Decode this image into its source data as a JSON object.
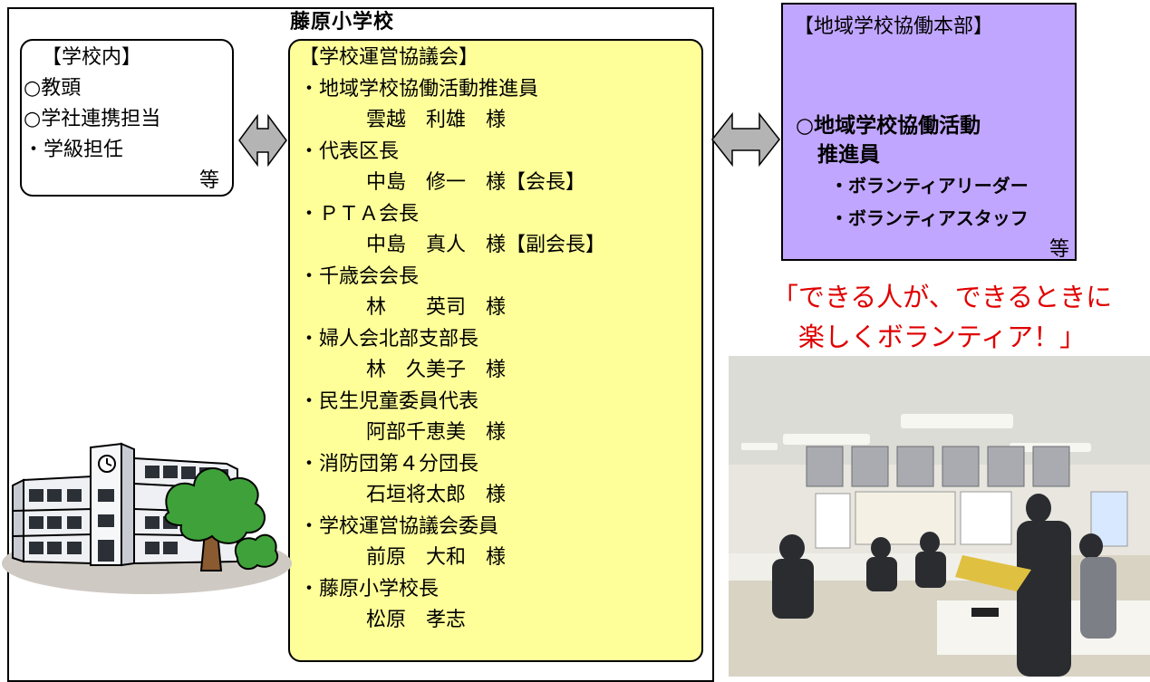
{
  "school": {
    "title": "藤原小学校"
  },
  "left_box": {
    "heading": "【学校内】",
    "items": [
      "○教頭",
      "○学社連携担当",
      "・学級担任"
    ],
    "etc": "等"
  },
  "center_box": {
    "heading": "【学校運営協議会】",
    "members": [
      {
        "role": "・地域学校協働活動推進員",
        "name": "雲越　利雄　様"
      },
      {
        "role": "・代表区長",
        "name": "中島　修一　様【会長】"
      },
      {
        "role": "・ＰＴＡ会長",
        "name": "中島　真人　様【副会長】"
      },
      {
        "role": "・千歳会会長",
        "name": "林　　英司　様"
      },
      {
        "role": "・婦人会北部支部長",
        "name": "林　久美子　様"
      },
      {
        "role": "・民生児童委員代表",
        "name": "阿部千恵美　様"
      },
      {
        "role": "・消防団第４分団長",
        "name": "石垣将太郎　様"
      },
      {
        "role": "・学校運営協議会委員",
        "name": "前原　大和　様"
      },
      {
        "role": "・藤原小学校長",
        "name": "松原　孝志"
      }
    ]
  },
  "right_box": {
    "heading": "【地域学校協働本部】",
    "main_line1": "○地域学校協働活動",
    "main_line2": "推進員",
    "items": [
      "・ボランティアリーダー",
      "・ボランティアスタッフ"
    ],
    "etc": "等"
  },
  "slogan": {
    "line1": "「できる人が、できるときに",
    "line2": "楽しくボランティア！」"
  },
  "colors": {
    "center_fill": "#ffff99",
    "right_fill": "#c1a6ff",
    "arrow_fill": "#b4b4b4",
    "slogan": "#e00000"
  }
}
